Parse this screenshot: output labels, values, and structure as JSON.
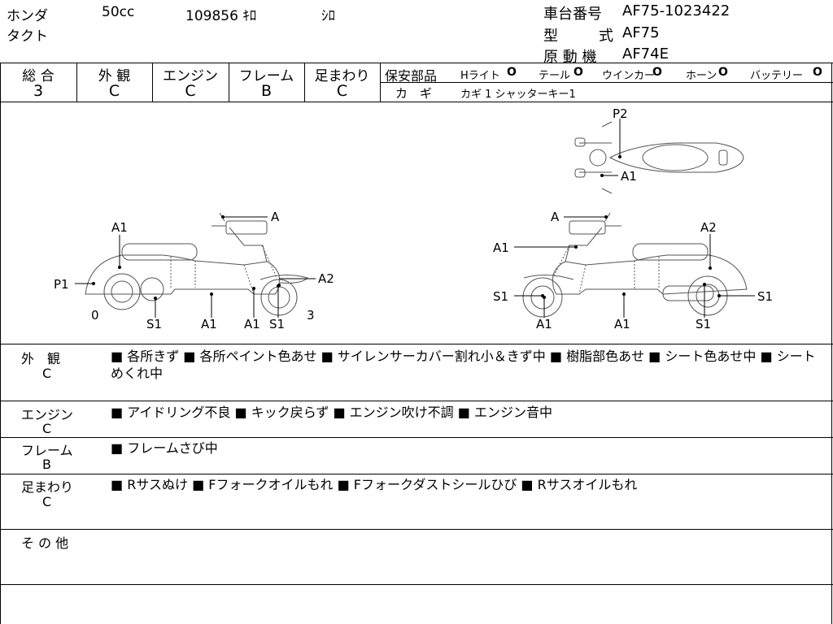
{
  "header": {
    "maker": "ホンダ",
    "displacement": "50cc",
    "mileage": "109856 ｷﾛ",
    "color": "ｼﾛ",
    "model_name": "タクト",
    "frame_label": "車台番号",
    "frame_no": "AF75-1023422",
    "type_label_1": "型",
    "type_label_2": "式",
    "type_value": "AF75",
    "engine_label": "原 動 機",
    "engine_value": "AF74E"
  },
  "grades": {
    "total_label": "総 合",
    "total": "3",
    "exterior_label": "外 観",
    "exterior": "C",
    "engine_label": "エンジン",
    "engine": "C",
    "frame_label": "フレーム",
    "frame": "B",
    "suspension_label": "足まわり",
    "suspension": "C"
  },
  "safety": {
    "label": "保安部品",
    "headlight": "Hライト",
    "tail": "テール",
    "winker": "ウインカー",
    "horn": "ホーン",
    "battery": "バッテリー",
    "mark": "O",
    "key_label": "カ　ギ",
    "key_value": "カギ 1 シャッターキー1"
  },
  "diagram": {
    "left": {
      "labels": [
        "A1",
        "A",
        "A2",
        "P1",
        "0",
        "S1",
        "A1",
        "A1",
        "S1",
        "3"
      ]
    },
    "right": {
      "labels": [
        "A",
        "A1",
        "A2",
        "S1",
        "S1",
        "A1",
        "A1",
        "S1"
      ]
    },
    "top": {
      "labels": [
        "P2",
        "A1"
      ]
    }
  },
  "sections": [
    {
      "name": "外　観",
      "grade": "C",
      "text": "■ 各所きず ■ 各所ペイント色あせ ■ サイレンサーカバー割れ小＆きず中 ■ 樹脂部色あせ ■ シート色あせ中 ■ シートめくれ中"
    },
    {
      "name": "エンジン",
      "grade": "C",
      "text": "■ アイドリング不良 ■ キック戻らず ■ エンジン吹け不調 ■ エンジン音中"
    },
    {
      "name": "フレーム",
      "grade": "B",
      "text": "■ フレームさび中"
    },
    {
      "name": "足まわり",
      "grade": "C",
      "text": "■ Rサスぬけ ■ Fフォークオイルもれ ■ Fフォークダストシールひび ■ Rサスオイルもれ"
    },
    {
      "name": "そ の 他",
      "grade": "",
      "text": ""
    }
  ]
}
